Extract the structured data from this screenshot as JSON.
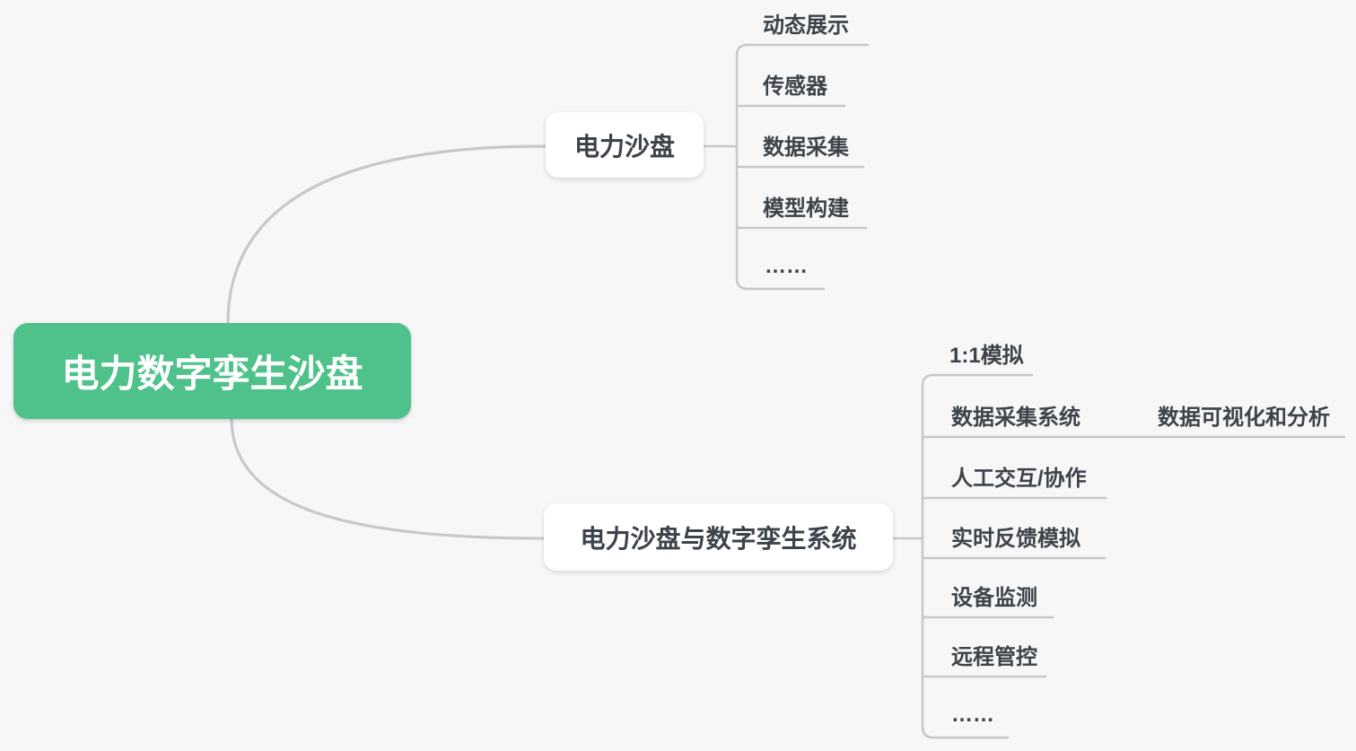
{
  "root": {
    "label": "电力数字孪生沙盘"
  },
  "branches": [
    {
      "label": "电力沙盘",
      "children": [
        {
          "label": "动态展示"
        },
        {
          "label": "传感器"
        },
        {
          "label": "数据采集"
        },
        {
          "label": "模型构建"
        },
        {
          "label": "……"
        }
      ]
    },
    {
      "label": "电力沙盘与数字孪生系统",
      "children": [
        {
          "label": "1:1模拟"
        },
        {
          "label": "数据采集系统",
          "children": [
            {
              "label": "数据可视化和分析"
            }
          ]
        },
        {
          "label": "人工交互/协作"
        },
        {
          "label": "实时反馈模拟"
        },
        {
          "label": "设备监测"
        },
        {
          "label": "远程管控"
        },
        {
          "label": "……"
        }
      ]
    }
  ],
  "colors": {
    "canvas_bg": "#f7f7f7",
    "root_bg": "#4fc28c",
    "root_text": "#ffffff",
    "node_bg": "#ffffff",
    "text": "#3d434a",
    "line": "#c8c8c8"
  }
}
